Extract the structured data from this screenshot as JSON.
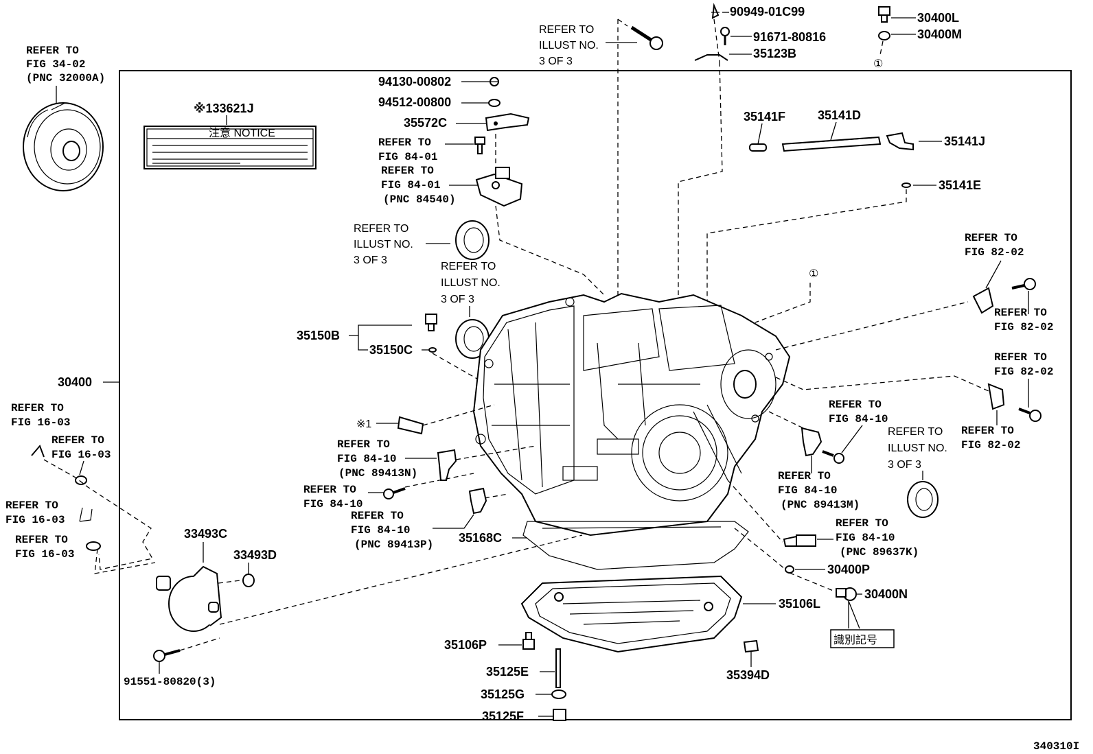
{
  "figure_id": "340310I",
  "notice_label": {
    "ref": "※133621J",
    "title": "注意 NOTICE"
  },
  "marker_star1": "※1",
  "circled_1": "①",
  "id_mark_label": "識別記号",
  "parts": {
    "p30400L": "30400L",
    "p30400M": "30400M",
    "p90949": "90949-01C99",
    "p91671": "91671-80816",
    "p35123B": "35123B",
    "p94130": "94130-00802",
    "p94512": "94512-00800",
    "p35572C": "35572C",
    "p35141F": "35141F",
    "p35141D": "35141D",
    "p35141J": "35141J",
    "p35141E": "35141E",
    "p35150B": "35150B",
    "p35150C": "35150C",
    "p30400": "30400",
    "p33493C": "33493C",
    "p33493D": "33493D",
    "p91551": "91551-80820(3)",
    "p35168C": "35168C",
    "p30400P": "30400P",
    "p30400N": "30400N",
    "p35106L": "35106L",
    "p35106P": "35106P",
    "p35125E": "35125E",
    "p35125G": "35125G",
    "p35125F": "35125F",
    "p35394D": "35394D"
  },
  "refs": {
    "fig34": [
      "REFER TO",
      "FIG 34-02",
      "(PNC 32000A)"
    ],
    "illust_top": [
      "REFER TO",
      "ILLUST NO.",
      "3 OF 3"
    ],
    "fig84_01a": [
      "REFER TO",
      "FIG 84-01"
    ],
    "fig84_01b": [
      "REFER TO",
      "FIG 84-01",
      "(PNC 84540)"
    ],
    "illust_left": [
      "REFER TO",
      "ILLUST NO.",
      "3 OF 3"
    ],
    "illust_mid": [
      "REFER TO",
      "ILLUST NO.",
      "3 OF 3"
    ],
    "fig82_a": [
      "REFER TO",
      "FIG 82-02"
    ],
    "fig82_b": [
      "REFER TO",
      "FIG 82-02"
    ],
    "fig82_c": [
      "REFER TO",
      "FIG 82-02"
    ],
    "fig82_d": [
      "REFER TO",
      "FIG 82-02"
    ],
    "fig84_10_right": [
      "REFER TO",
      "FIG 84-10"
    ],
    "illust_right": [
      "REFER TO",
      "ILLUST NO.",
      "3 OF 3"
    ],
    "fig84_10_m": [
      "REFER TO",
      "FIG 84-10",
      "(PNC 89413M)"
    ],
    "fig84_10_k": [
      "REFER TO",
      "FIG 84-10",
      "(PNC 89637K)"
    ],
    "fig84_10_n": [
      "REFER TO",
      "FIG 84-10",
      "(PNC 89413N)"
    ],
    "fig84_10_plain": [
      "REFER TO",
      "FIG 84-10"
    ],
    "fig84_10_p": [
      "REFER TO",
      "FIG 84-10",
      "(PNC 89413P)"
    ],
    "fig16_a": [
      "REFER TO",
      "FIG 16-03"
    ],
    "fig16_b": [
      "REFER TO",
      "FIG 16-03"
    ],
    "fig16_c": [
      "REFER TO",
      "FIG 16-03"
    ],
    "fig16_d": [
      "REFER TO",
      "FIG 16-03"
    ]
  }
}
